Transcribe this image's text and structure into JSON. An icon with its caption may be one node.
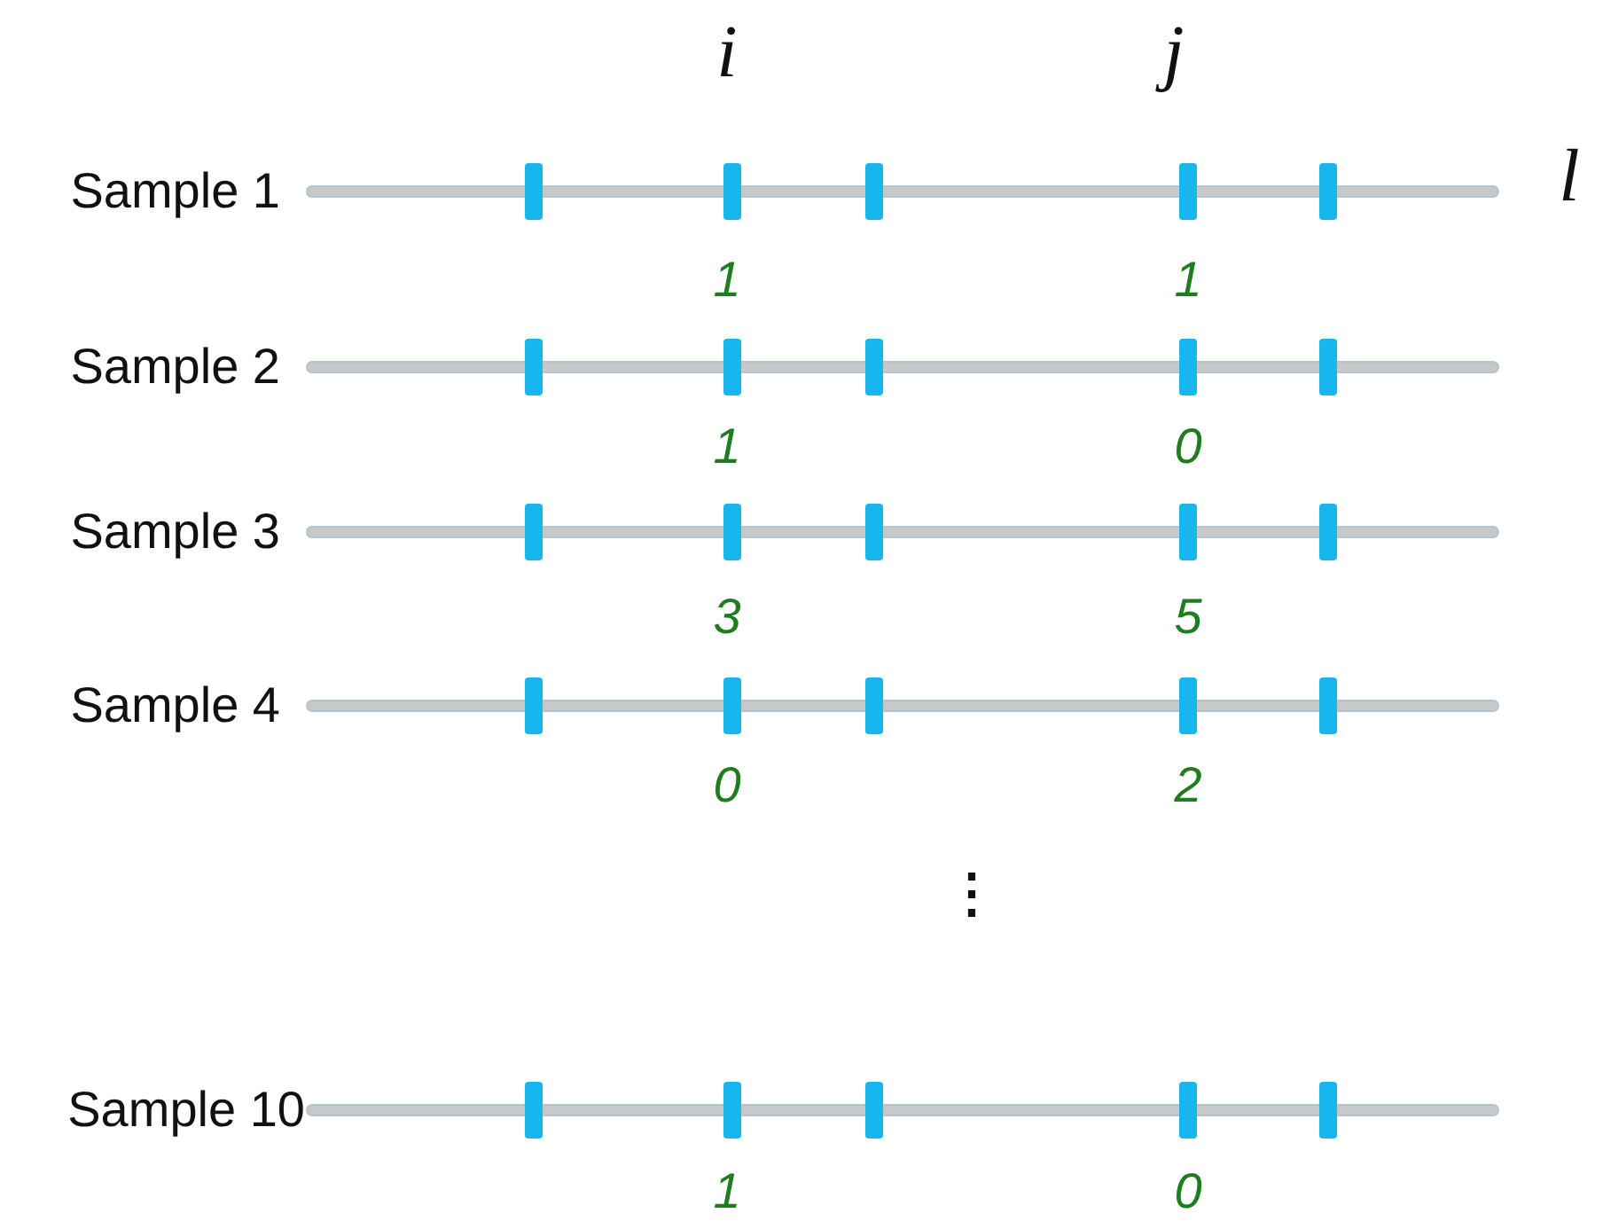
{
  "diagram": {
    "labels": [
      "i",
      "j",
      "Sample 1",
      "l",
      "1",
      "1",
      "Sample 2",
      "1",
      "0",
      "Sample 3",
      "3",
      "5",
      "Sample 4",
      "0",
      "2",
      "⋮",
      "Sample 10",
      "1",
      "0"
    ]
  }
}
